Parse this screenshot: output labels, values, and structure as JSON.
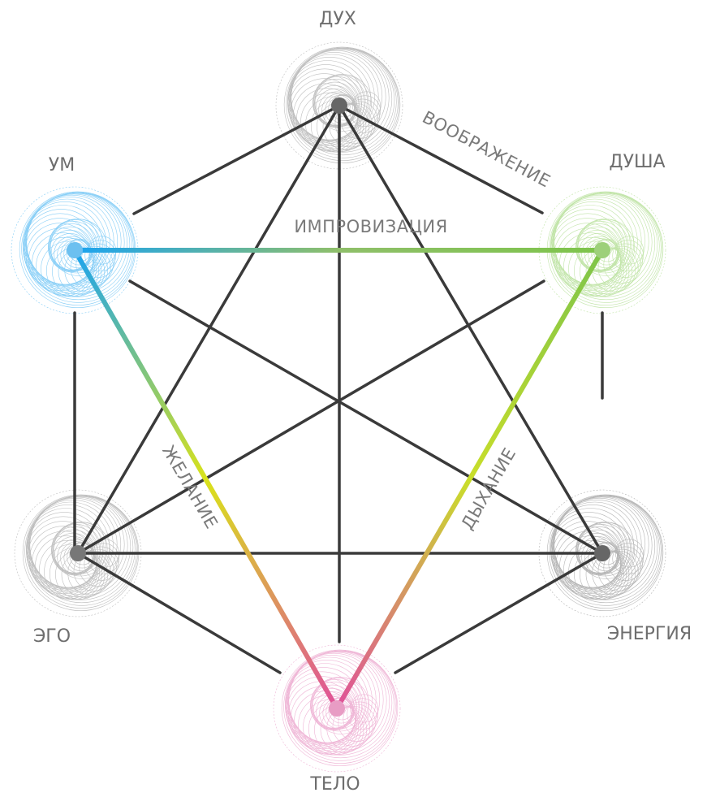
{
  "nodes": [
    {
      "id": "dukh",
      "label": "ДУХ",
      "color": "#555555",
      "swirl": "#8a8a8a"
    },
    {
      "id": "um",
      "label": "УМ",
      "color": "#1aa3f0",
      "swirl": "#29a8f0"
    },
    {
      "id": "dusha",
      "label": "ДУША",
      "color": "#7dc44a",
      "swirl": "#8fcf62"
    },
    {
      "id": "ego",
      "label": "ЭГО",
      "color": "#707070",
      "swirl": "#8a8a8a"
    },
    {
      "id": "energiya",
      "label": "ЭНЕРГИЯ",
      "color": "#555555",
      "swirl": "#7a7a7a"
    },
    {
      "id": "telo",
      "label": "ТЕЛО",
      "color": "#e060a0",
      "swirl": "#e27ab5"
    }
  ],
  "edge_labels": {
    "voobrazhenie": "ВООБРАЖЕНИЕ",
    "improvizatsiya": "ИМПРОВИЗАЦИЯ",
    "zhelanie": "ЖЕЛАНИЕ",
    "dykhanie": "ДЫХАНИЕ"
  },
  "colors": {
    "edge": "#3a3a3a",
    "text": "#6e6e6e",
    "blue": "#1aa3f0",
    "green": "#7dc44a",
    "yellow": "#d9e21a",
    "pink": "#e0509a"
  }
}
